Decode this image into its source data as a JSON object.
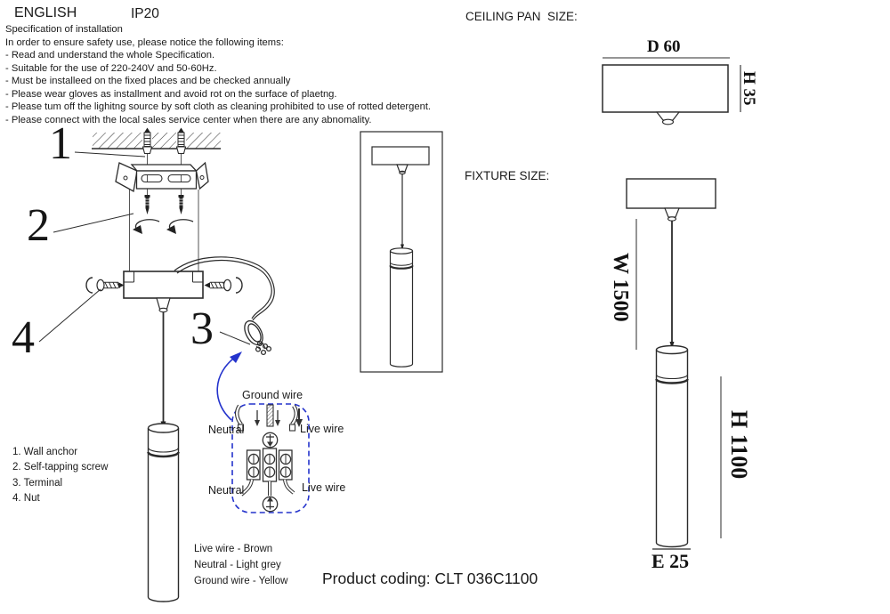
{
  "header": {
    "language": "ENGLISH",
    "ip_rating": "IP20"
  },
  "spec": {
    "title": "Specification of installation",
    "intro": "In order to ensure safety use, please notice the following items:",
    "items": [
      "- Read and understand the whole Specification.",
      "- Suitable for the use of 220-240V and 50-60Hz.",
      "- Must be installeed on the fixed places and be checked annually",
      "- Please wear gloves as installment and avoid rot on the surface of plaetng.",
      "- Please tum off the lighitng source by soft cloth as cleaning prohibited to use of rotted detergent.",
      "- Please connect with the local sales service center when there are any abnomality."
    ]
  },
  "step_numbers": {
    "n1": "1",
    "n2": "2",
    "n3": "3",
    "n4": "4"
  },
  "parts_list": [
    "1. Wall anchor",
    "2. Self-tapping screw",
    "3. Terminal",
    "4. Nut"
  ],
  "wiring": {
    "ground": "Ground wire",
    "neutral_top": "Neutral",
    "live_top": "Live wire",
    "neutral_bottom": "Neutral",
    "live_bottom": "Live wire"
  },
  "wire_colors": [
    "Live wire - Brown",
    "Neutral - Light grey",
    "Ground wire - Yellow"
  ],
  "product_coding": "Product coding: CLT 036C1100",
  "ceiling_pan": {
    "title": "CEILING PAN  SIZE:",
    "dim_width": "D 60",
    "dim_height": "H 35"
  },
  "fixture": {
    "title": "FIXTURE SIZE:",
    "dim_wire": "W 1500",
    "dim_height": "H 1100",
    "dim_diameter": "E 25"
  },
  "colors": {
    "ink": "#1a1a1a",
    "line": "#2b2b2b",
    "accent_blue": "#2433cc"
  }
}
